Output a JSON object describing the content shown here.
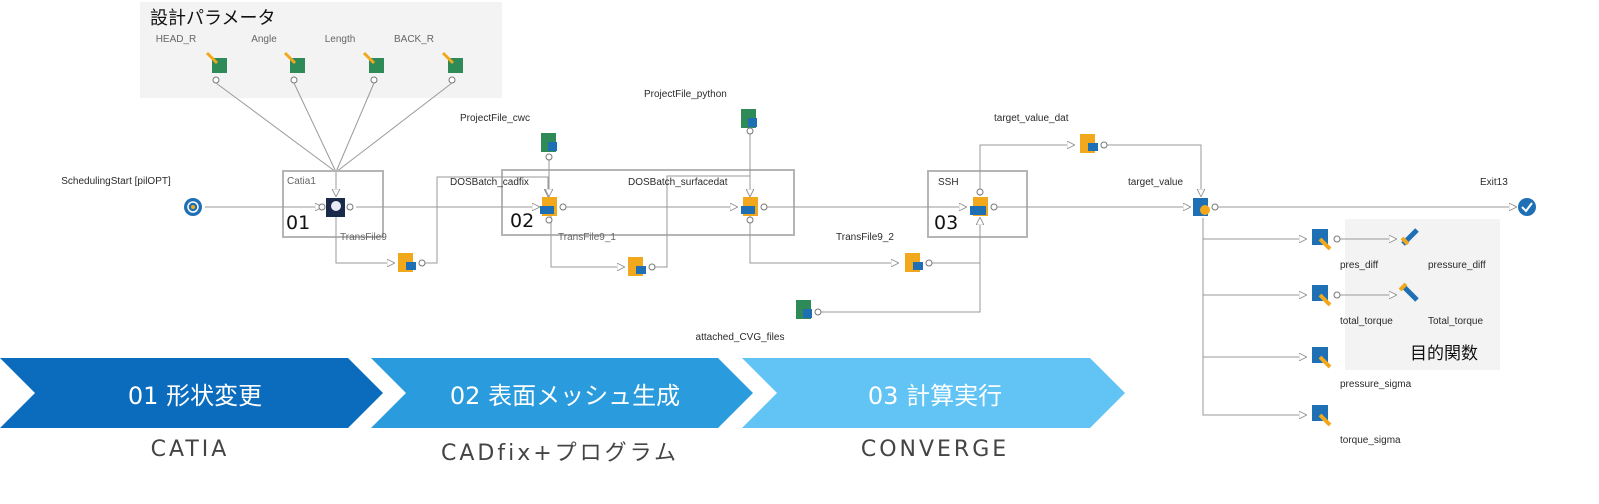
{
  "parameters": {
    "title": "設計パラメータ",
    "items": [
      "HEAD_R",
      "Angle",
      "Length",
      "BACK_R"
    ]
  },
  "nodes": {
    "scheduling_start": "SchedulingStart [pilOPT]",
    "catia": "Catia1",
    "transfile": "TransFile9",
    "dosbatch_cadfix": "DOSBatch_cadfix",
    "projectfile_cwc": "ProjectFile_cwc",
    "transfile_1": "TransFile9_1",
    "dosbatch_surfacedat": "DOSBatch_surfacedat",
    "projectfile_python": "ProjectFile_python",
    "ssh": "SSH",
    "transfile_2": "TransFile9_2",
    "attached_cvg": "attached_CVG_files",
    "target_value_dat": "target_value_dat",
    "target_value": "target_value",
    "exit": "Exit13"
  },
  "objectives": {
    "title": "目的関数",
    "pres_diff": "pres_diff",
    "pressure_diff": "pressure_diff",
    "total_torque": "total_torque",
    "total_torque_out": "Total_torque",
    "pressure_sigma": "pressure_sigma",
    "torque_sigma": "torque_sigma"
  },
  "groups": {
    "g1": "01",
    "g2": "02",
    "g3": "03"
  },
  "steps": [
    {
      "label": "01 形状変更",
      "tool": "CATIA",
      "color": "#0b6cbd"
    },
    {
      "label": "02 表面メッシュ生成",
      "tool": "CADfix+プログラム",
      "color": "#2a9bdc"
    },
    {
      "label": "03 計算実行",
      "tool": "CONVERGE",
      "color": "#62c4f5"
    }
  ],
  "colors": {
    "node_orange": "#f2a81d",
    "node_green": "#2e8b57",
    "node_blue": "#1f6fb5",
    "group_border": "#b5b5b5",
    "panel_bg": "#f3f3f3"
  }
}
